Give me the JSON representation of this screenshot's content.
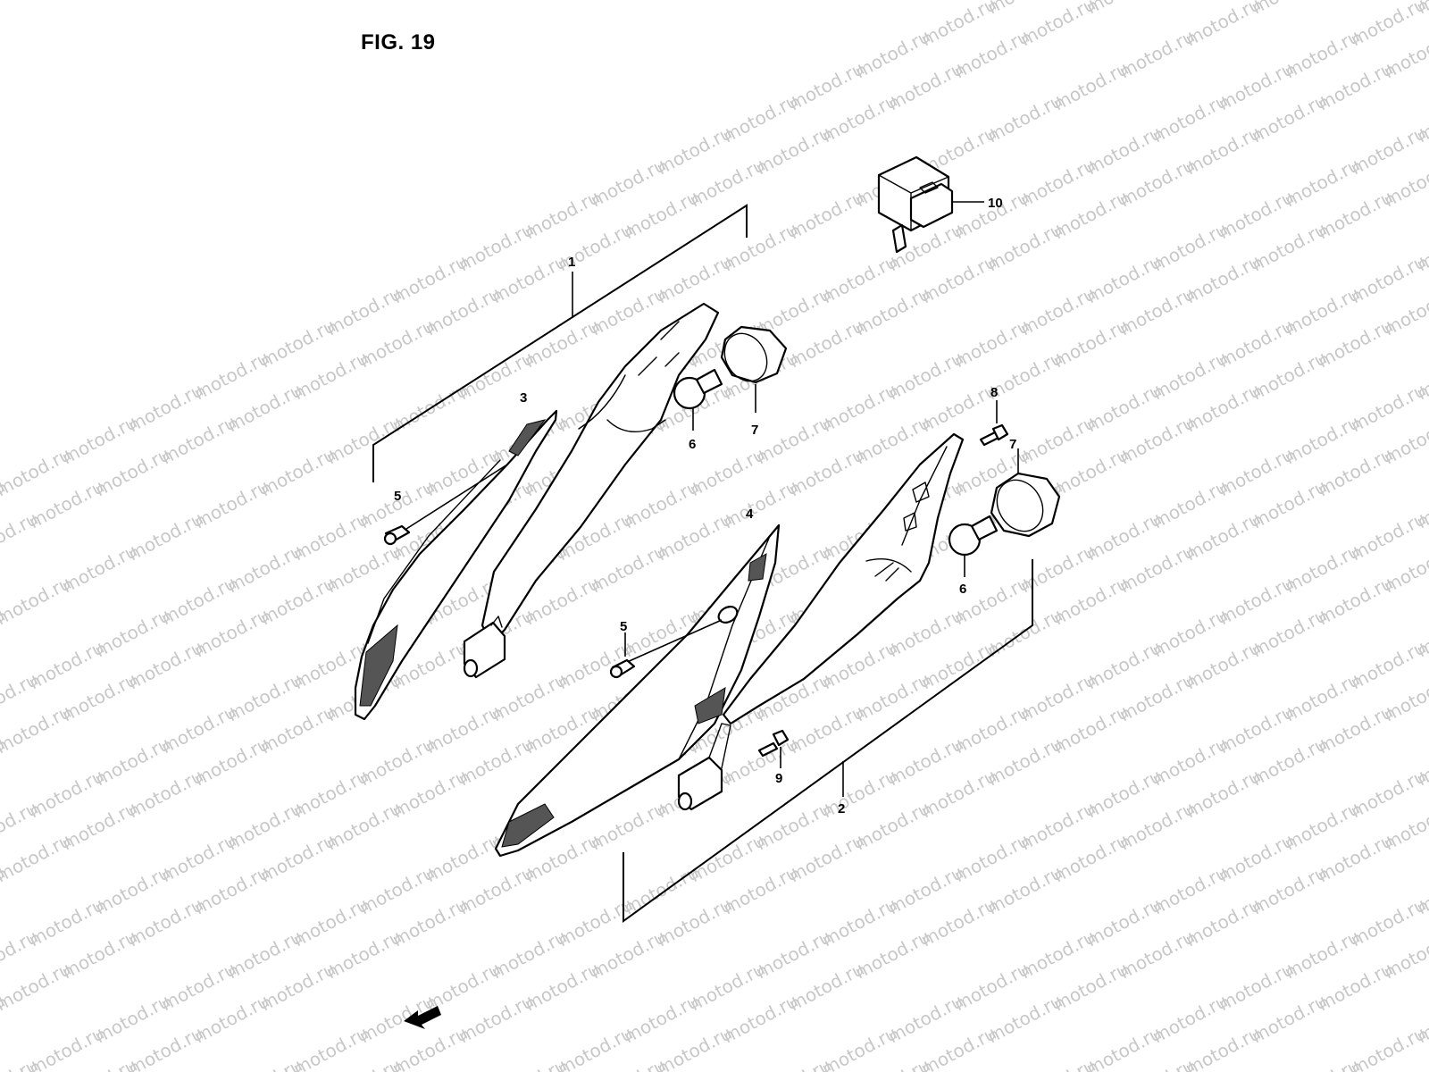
{
  "figure": {
    "title": "FIG. 19"
  },
  "watermark": {
    "text": "motod.ru"
  },
  "callouts": [
    {
      "id": "c1",
      "label": "1"
    },
    {
      "id": "c2",
      "label": "2"
    },
    {
      "id": "c3",
      "label": "3"
    },
    {
      "id": "c4",
      "label": "4"
    },
    {
      "id": "c5a",
      "label": "5"
    },
    {
      "id": "c5b",
      "label": "5"
    },
    {
      "id": "c6a",
      "label": "6"
    },
    {
      "id": "c6b",
      "label": "6"
    },
    {
      "id": "c7a",
      "label": "7"
    },
    {
      "id": "c7b",
      "label": "7"
    },
    {
      "id": "c8",
      "label": "8"
    },
    {
      "id": "c9",
      "label": "9"
    },
    {
      "id": "c10",
      "label": "10"
    }
  ],
  "icons": {
    "direction_arrow": "front-arrow-icon"
  }
}
